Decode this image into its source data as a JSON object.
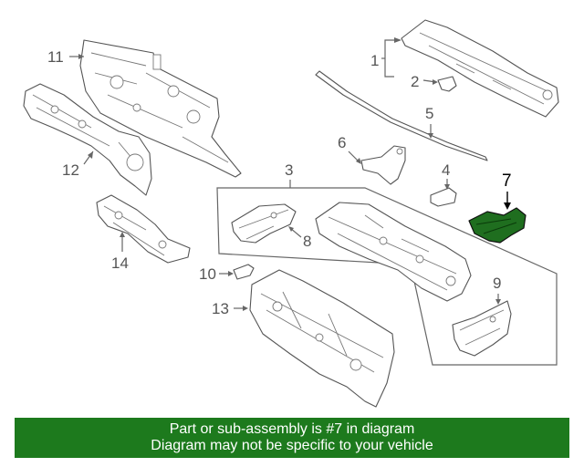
{
  "callouts": {
    "c1": "1",
    "c2": "2",
    "c3": "3",
    "c4": "4",
    "c5": "5",
    "c6": "6",
    "c7": "7",
    "c8": "8",
    "c9": "9",
    "c10": "10",
    "c11": "11",
    "c12": "12",
    "c13": "13",
    "c14": "14"
  },
  "highlight_color": "#1f6e1f",
  "banner": {
    "line1": "Part or sub-assembly is #7 in diagram",
    "line2": "Diagram may not be specific to your vehicle",
    "color": "#1d7a1d"
  }
}
